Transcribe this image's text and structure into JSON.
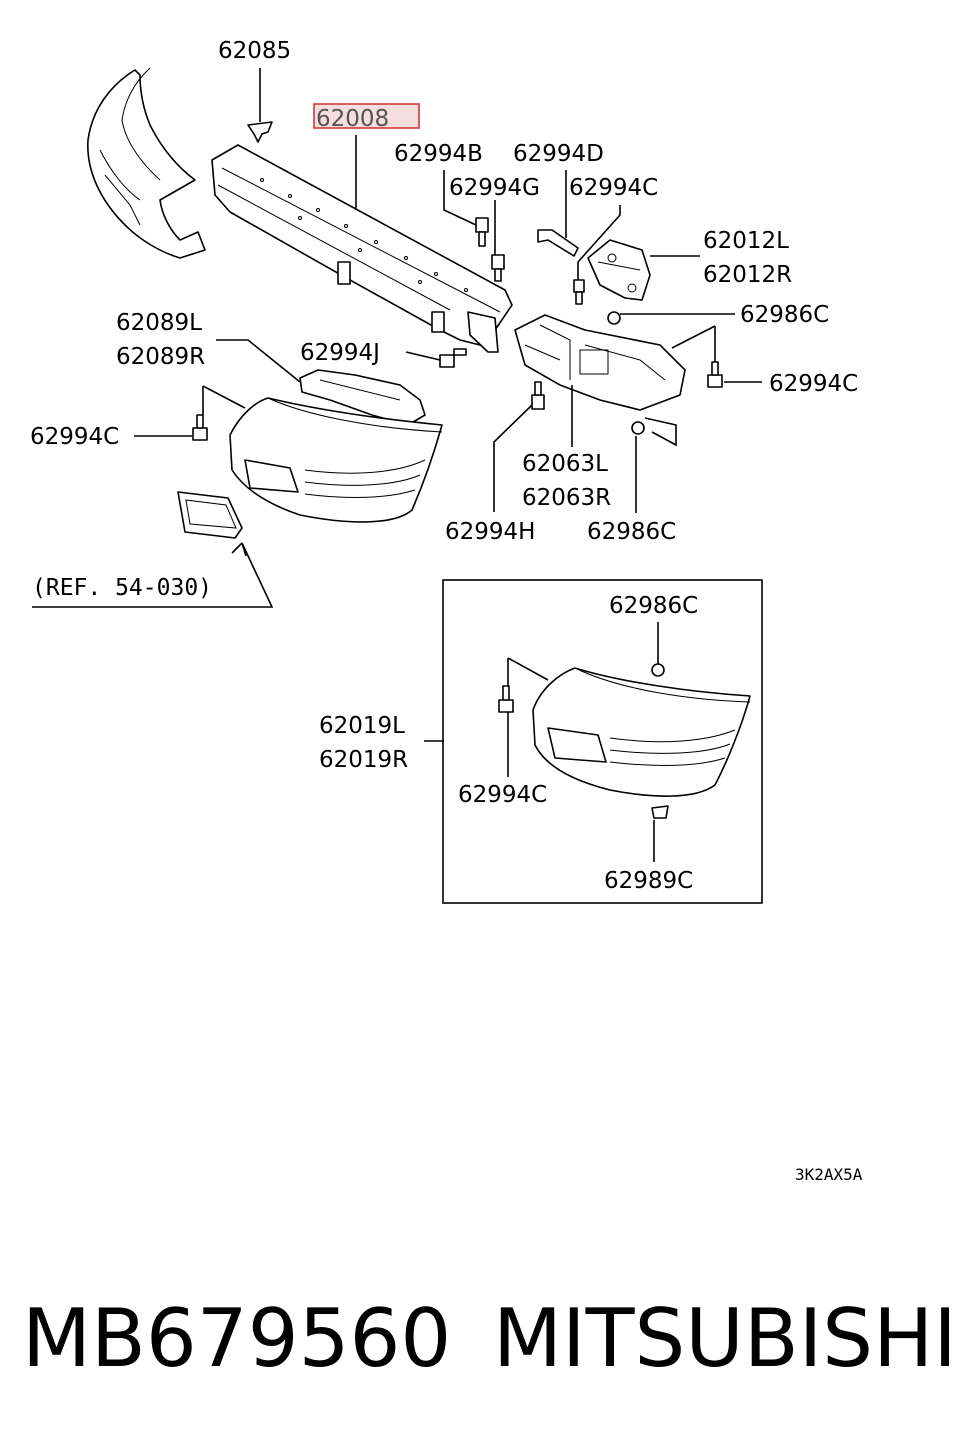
{
  "labels": {
    "p62085": "62085",
    "p62008": "62008",
    "p62994B": "62994B",
    "p62994D": "62994D",
    "p62994G": "62994G",
    "p62994C_top": "62994C",
    "p62012L": "62012L",
    "p62012R": "62012R",
    "p62986C_a": "62986C",
    "p62089L": "62089L",
    "p62089R": "62089R",
    "p62994J": "62994J",
    "p62994C_right": "62994C",
    "p62994C_left": "62994C",
    "p62063L": "62063L",
    "p62063R": "62063R",
    "p62994H": "62994H",
    "p62986C_b": "62986C",
    "ref": "(REF. 54-030)",
    "p62986C_box": "62986C",
    "p62019L": "62019L",
    "p62019R": "62019R",
    "p62994C_box": "62994C",
    "p62989C": "62989C"
  },
  "diagram_code": "3K2AX5A",
  "footer": {
    "part_number": "MB679560",
    "brand": "MITSUBISHI"
  },
  "highlight_color": "#d23a3a"
}
